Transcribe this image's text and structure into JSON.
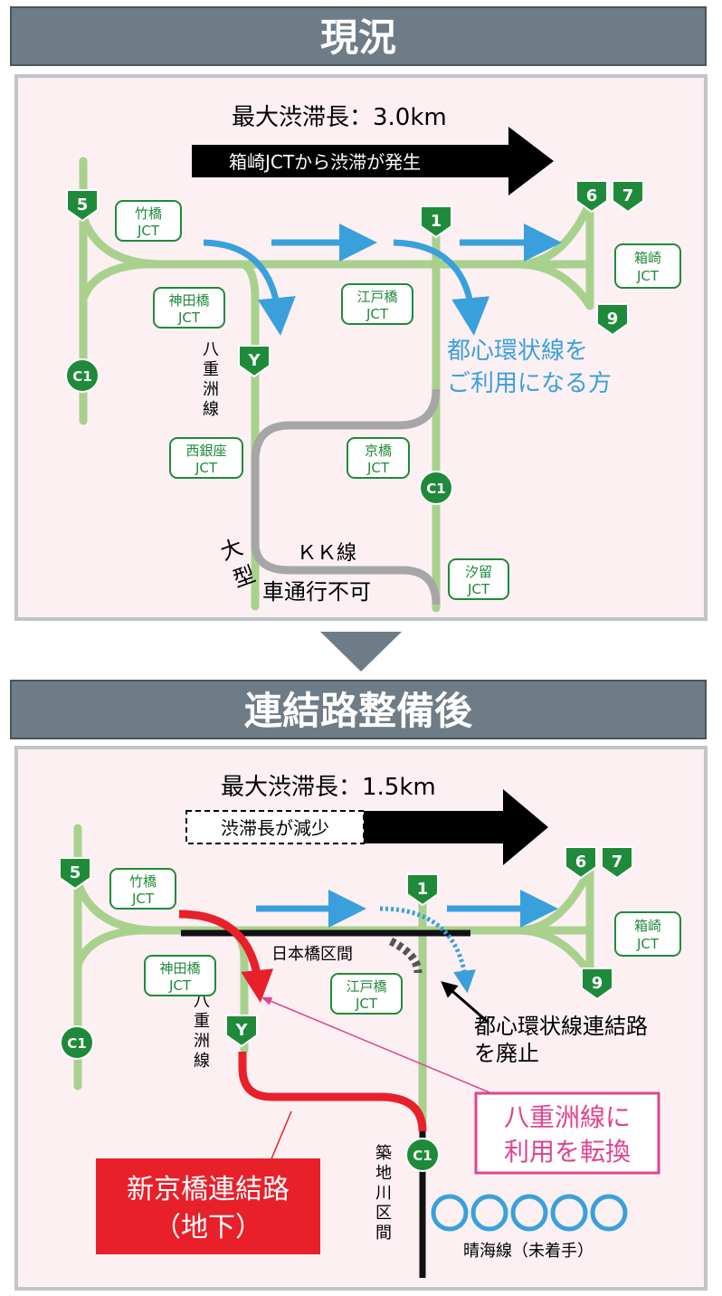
{
  "top": {
    "header": "現況",
    "max_label": "最大渋滞長：3.0km",
    "arrow_text": "箱崎JCTから渋滞が発生",
    "blue_note": [
      "都心環状線を",
      "ご利用になる方"
    ],
    "line_yaesu": [
      "八",
      "重",
      "洲",
      "線"
    ],
    "kk_line": "ＫＫ線",
    "kk_note_1": "大",
    "kk_note_2": "型",
    "kk_note_3": "車通行不可",
    "routes": {
      "r5": "5",
      "r1": "1",
      "r6": "6",
      "r7": "7",
      "r9": "9",
      "y": "Y",
      "c1a": "C1",
      "c1b": "C1"
    },
    "jct": {
      "takebashi": [
        "竹橋",
        "JCT"
      ],
      "kandabashi": [
        "神田橋",
        "JCT"
      ],
      "edobashi": [
        "江戸橋",
        "JCT"
      ],
      "hakozaki": [
        "箱崎",
        "JCT"
      ],
      "nishiginza": [
        "西銀座",
        "JCT"
      ],
      "kyobashi": [
        "京橋",
        "JCT"
      ],
      "shiodome": [
        "汐留",
        "JCT"
      ]
    }
  },
  "bottom": {
    "header": "連結路整備後",
    "max_label": "最大渋滞長：1.5km",
    "dashed_text": "渋滞長が減少",
    "nihonbashi": "日本橋区間",
    "abolish": [
      "都心環状線連結路",
      "を廃止"
    ],
    "convert": [
      "八重洲線に",
      "利用を転換"
    ],
    "new_link": [
      "新京橋連結路",
      "（地下）"
    ],
    "tsukiji": [
      "築",
      "地",
      "川",
      "区",
      "間"
    ],
    "harumi": "晴海線（未着手）",
    "line_yaesu": [
      "八",
      "重",
      "洲",
      "線"
    ],
    "routes": {
      "r5": "5",
      "r1": "1",
      "r6": "6",
      "r7": "7",
      "r9": "9",
      "y": "Y",
      "c1a": "C1",
      "c1b": "C1"
    },
    "jct": {
      "takebashi": [
        "竹橋",
        "JCT"
      ],
      "kandabashi": [
        "神田橋",
        "JCT"
      ],
      "edobashi": [
        "江戸橋",
        "JCT"
      ],
      "hakozaki": [
        "箱崎",
        "JCT"
      ]
    }
  },
  "colors": {
    "header_bg": "#6d7c86",
    "panel_bg": "#fcf0f3",
    "road": "#a9d18e",
    "badge": "#1f8a3a",
    "blue": "#3aa0dc",
    "red": "#e8202a",
    "pink": "#e0448f",
    "gray_road": "#a6a6a6"
  }
}
